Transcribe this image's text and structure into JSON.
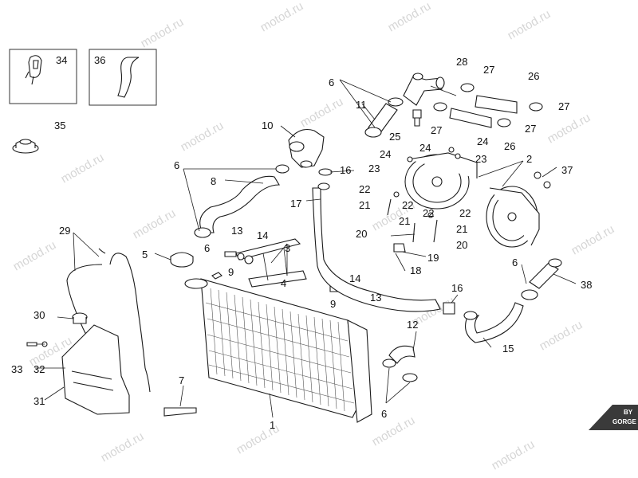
{
  "watermark": {
    "text": "motod.ru"
  },
  "callouts": {
    "c1": "1",
    "c2": "2",
    "c3": "3",
    "c4": "4",
    "c5": "5",
    "c6a": "6",
    "c6b": "6",
    "c6c": "6",
    "c6d": "6",
    "c6e": "6",
    "c7": "7",
    "c8": "8",
    "c9a": "9",
    "c9b": "9",
    "c10": "10",
    "c11": "11",
    "c12": "12",
    "c13a": "13",
    "c13b": "13",
    "c14a": "14",
    "c14b": "14",
    "c15": "15",
    "c16a": "16",
    "c16b": "16",
    "c17": "17",
    "c18": "18",
    "c19": "19",
    "c20a": "20",
    "c20b": "20",
    "c21a": "21",
    "c21b": "21",
    "c21c": "21",
    "c22a": "22",
    "c22b": "22",
    "c22c": "22",
    "c22d": "22",
    "c23a": "23",
    "c23b": "23",
    "c24a": "24",
    "c24b": "24",
    "c24c": "24",
    "c25": "25",
    "c26a": "26",
    "c26b": "26",
    "c27a": "27",
    "c27b": "27",
    "c27c": "27",
    "c27d": "27",
    "c28": "28",
    "c29": "29",
    "c30": "30",
    "c31": "31",
    "c32": "32",
    "c33": "33",
    "c34": "34",
    "c35": "35",
    "c36": "36",
    "c37": "37",
    "c38": "38"
  },
  "logo": {
    "line1": "BY",
    "line2": "GORGE"
  }
}
